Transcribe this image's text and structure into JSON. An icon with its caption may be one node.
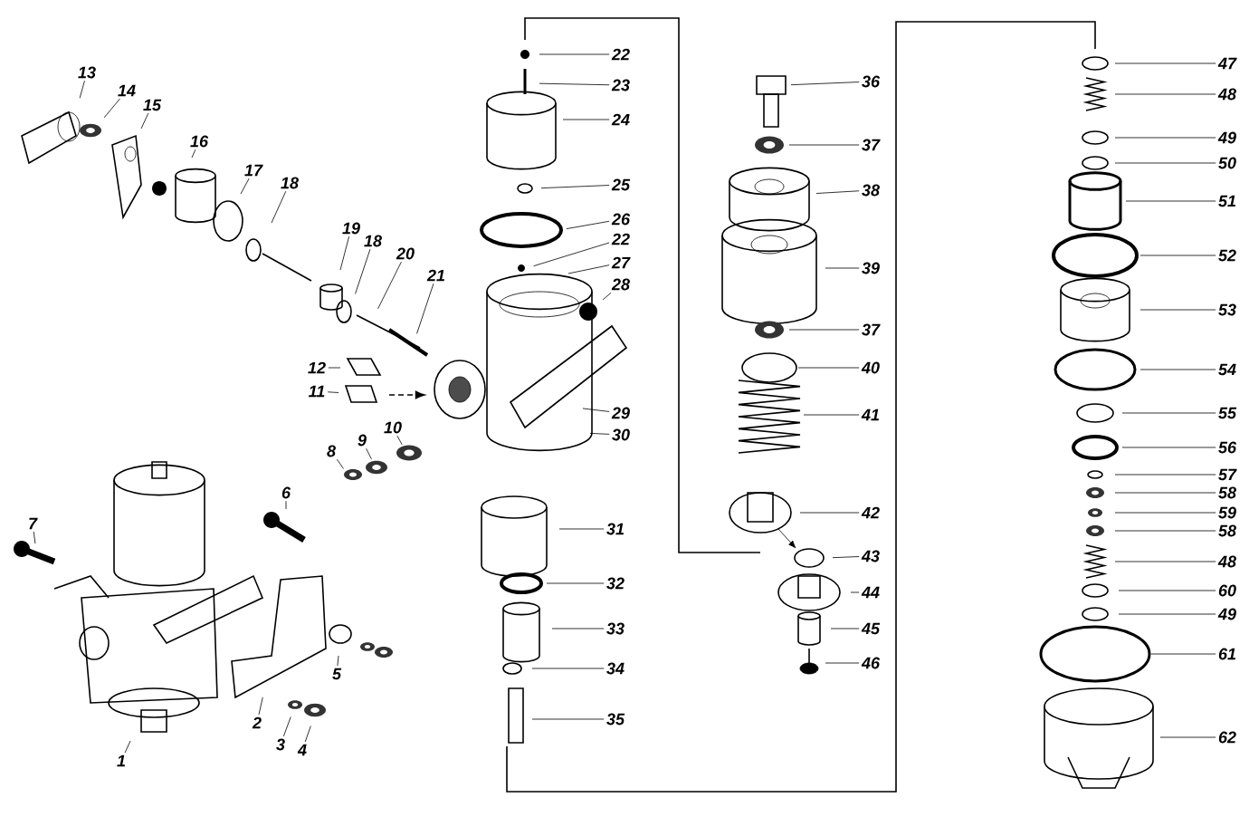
{
  "diagram": {
    "nodes": [
      {
        "text": [
          "13"
        ]
      },
      {
        "text": [
          "14"
        ]
      },
      {
        "text": [
          "15"
        ]
      },
      {
        "text": [
          "16"
        ]
      },
      {
        "text": [
          "17"
        ]
      },
      {
        "text": [
          "18"
        ]
      },
      {
        "text": [
          "19"
        ]
      },
      {
        "text": [
          "18"
        ]
      },
      {
        "text": [
          "20"
        ]
      },
      {
        "text": [
          "21"
        ]
      },
      {
        "text": [
          "22"
        ]
      },
      {
        "text": [
          "23"
        ]
      },
      {
        "text": [
          "24"
        ]
      },
      {
        "text": [
          "25"
        ]
      },
      {
        "text": [
          "26"
        ]
      },
      {
        "text": [
          "22"
        ]
      },
      {
        "text": [
          "27"
        ]
      },
      {
        "text": [
          "28"
        ]
      },
      {
        "text": [
          "29"
        ]
      },
      {
        "text": [
          "30"
        ]
      },
      {
        "text": [
          "31"
        ]
      },
      {
        "text": [
          "32"
        ]
      },
      {
        "text": [
          "33"
        ]
      },
      {
        "text": [
          "34"
        ]
      },
      {
        "text": [
          "35"
        ]
      },
      {
        "text": [
          "36"
        ]
      },
      {
        "text": [
          "37"
        ]
      },
      {
        "text": [
          "38"
        ]
      },
      {
        "text": [
          "39"
        ]
      },
      {
        "text": [
          "37"
        ]
      },
      {
        "text": [
          "40"
        ]
      },
      {
        "text": [
          "41"
        ]
      },
      {
        "text": [
          "42"
        ]
      },
      {
        "text": [
          "43"
        ]
      },
      {
        "text": [
          "44"
        ]
      },
      {
        "text": [
          "45"
        ]
      },
      {
        "text": [
          "46"
        ]
      },
      {
        "text": [
          "47"
        ]
      },
      {
        "text": [
          "48"
        ]
      },
      {
        "text": [
          "49"
        ]
      },
      {
        "text": [
          "50"
        ]
      },
      {
        "text": [
          "51"
        ]
      },
      {
        "text": [
          "52"
        ]
      },
      {
        "text": [
          "53"
        ]
      },
      {
        "text": [
          "54"
        ]
      },
      {
        "text": [
          "55"
        ]
      },
      {
        "text": [
          "56"
        ]
      },
      {
        "text": [
          "57"
        ]
      },
      {
        "text": [
          "58"
        ]
      },
      {
        "text": [
          "59"
        ]
      },
      {
        "text": [
          "58"
        ]
      },
      {
        "text": [
          "48"
        ]
      },
      {
        "text": [
          "60"
        ]
      },
      {
        "text": [
          "49"
        ]
      },
      {
        "text": [
          "61"
        ]
      },
      {
        "text": [
          "62"
        ]
      },
      {
        "text": [
          "12"
        ]
      },
      {
        "text": [
          "11"
        ]
      },
      {
        "text": [
          "10"
        ]
      },
      {
        "text": [
          "9"
        ]
      },
      {
        "text": [
          "8"
        ]
      },
      {
        "text": [
          "6"
        ]
      },
      {
        "text": [
          "7"
        ]
      },
      {
        "text": [
          "5"
        ]
      },
      {
        "text": [
          "1"
        ]
      },
      {
        "text": [
          "2"
        ]
      },
      {
        "text": [
          "3"
        ]
      },
      {
        "text": [
          "4"
        ]
      }
    ],
    "edges": [
      {
        "from": 0,
        "to": null,
        "arrow": "none"
      },
      {
        "from": 1,
        "to": null,
        "arrow": "none"
      },
      {
        "from": 2,
        "to": null,
        "arrow": "none"
      },
      {
        "from": 3,
        "to": null,
        "arrow": "none"
      },
      {
        "from": 4,
        "to": null,
        "arrow": "none"
      },
      {
        "from": 5,
        "to": null,
        "arrow": "none"
      },
      {
        "from": 6,
        "to": null,
        "arrow": "none"
      },
      {
        "from": 7,
        "to": null,
        "arrow": "none"
      },
      {
        "from": 8,
        "to": null,
        "arrow": "none"
      },
      {
        "from": 9,
        "to": null,
        "arrow": "none"
      },
      {
        "from": 10,
        "to": null,
        "arrow": "none"
      },
      {
        "from": 11,
        "to": null,
        "arrow": "none"
      },
      {
        "from": 12,
        "to": null,
        "arrow": "none"
      },
      {
        "from": 13,
        "to": null,
        "arrow": "none"
      },
      {
        "from": 14,
        "to": null,
        "arrow": "none"
      },
      {
        "from": 15,
        "to": null,
        "arrow": "none"
      },
      {
        "from": 16,
        "to": null,
        "arrow": "none"
      },
      {
        "from": 17,
        "to": null,
        "arrow": "none"
      },
      {
        "from": 18,
        "to": null,
        "arrow": "none"
      },
      {
        "from": 19,
        "to": null,
        "arrow": "none"
      },
      {
        "from": 20,
        "to": null,
        "arrow": "none"
      },
      {
        "from": 21,
        "to": null,
        "arrow": "none"
      },
      {
        "from": 22,
        "to": null,
        "arrow": "none"
      },
      {
        "from": 23,
        "to": null,
        "arrow": "none"
      },
      {
        "from": 24,
        "to": null,
        "arrow": "none"
      },
      {
        "from": 25,
        "to": null,
        "arrow": "none"
      },
      {
        "from": 26,
        "to": null,
        "arrow": "none"
      },
      {
        "from": 27,
        "to": null,
        "arrow": "none"
      },
      {
        "from": 28,
        "to": null,
        "arrow": "none"
      },
      {
        "from": 29,
        "to": null,
        "arrow": "none"
      },
      {
        "from": 30,
        "to": null,
        "arrow": "none"
      },
      {
        "from": 31,
        "to": null,
        "arrow": "none"
      },
      {
        "from": 32,
        "to": null,
        "arrow": "none"
      },
      {
        "from": 33,
        "to": null,
        "arrow": "none"
      },
      {
        "from": 34,
        "to": null,
        "arrow": "none"
      },
      {
        "from": 35,
        "to": null,
        "arrow": "none"
      },
      {
        "from": 36,
        "to": null,
        "arrow": "none"
      },
      {
        "from": 37,
        "to": null,
        "arrow": "none"
      },
      {
        "from": 38,
        "to": null,
        "arrow": "none"
      },
      {
        "from": 39,
        "to": null,
        "arrow": "none"
      },
      {
        "from": 40,
        "to": null,
        "arrow": "none"
      },
      {
        "from": 41,
        "to": null,
        "arrow": "none"
      },
      {
        "from": 42,
        "to": null,
        "arrow": "none"
      },
      {
        "from": 43,
        "to": null,
        "arrow": "none"
      },
      {
        "from": 44,
        "to": null,
        "arrow": "none"
      },
      {
        "from": 45,
        "to": null,
        "arrow": "none"
      },
      {
        "from": 46,
        "to": null,
        "arrow": "none"
      },
      {
        "from": 47,
        "to": null,
        "arrow": "none"
      },
      {
        "from": 48,
        "to": null,
        "arrow": "none"
      },
      {
        "from": 49,
        "to": null,
        "arrow": "none"
      },
      {
        "from": 50,
        "to": null,
        "arrow": "none"
      },
      {
        "from": 51,
        "to": null,
        "arrow": "none"
      },
      {
        "from": 52,
        "to": null,
        "arrow": "none"
      },
      {
        "from": 53,
        "to": null,
        "arrow": "none"
      },
      {
        "from": 54,
        "to": null,
        "arrow": "none"
      },
      {
        "from": 55,
        "to": null,
        "arrow": "none"
      },
      {
        "from": 56,
        "to": null,
        "arrow": "none"
      },
      {
        "from": 57,
        "to": null,
        "arrow": "none"
      },
      {
        "from": 58,
        "to": null,
        "arrow": "none"
      },
      {
        "from": 59,
        "to": null,
        "arrow": "none"
      },
      {
        "from": 60,
        "to": null,
        "arrow": "none"
      },
      {
        "from": 61,
        "to": null,
        "arrow": "none"
      },
      {
        "from": 62,
        "to": null,
        "arrow": "none"
      },
      {
        "from": 63,
        "to": null,
        "arrow": "none"
      },
      {
        "from": 64,
        "to": null,
        "arrow": "none"
      },
      {
        "from": 65,
        "to": null,
        "arrow": "none"
      },
      {
        "from": 66,
        "to": null,
        "arrow": "none"
      },
      {
        "from": 67,
        "to": null,
        "arrow": "none"
      }
    ]
  }
}
